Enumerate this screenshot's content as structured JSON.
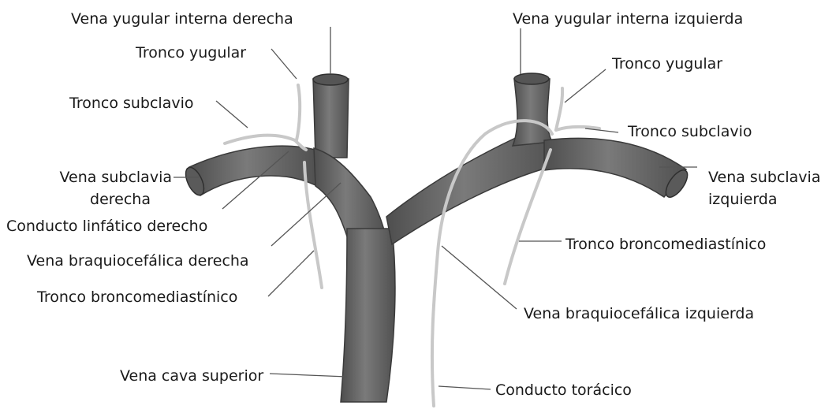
{
  "labels": {
    "right_ijv": "Vena yugular interna derecha",
    "left_ijv": "Vena yugular interna izquierda",
    "right_jugular_trunk": "Tronco yugular",
    "left_jugular_trunk": "Tronco yugular",
    "right_subclavian_trunk": "Tronco subclavio",
    "left_subclavian_trunk": "Tronco subclavio",
    "right_subclavian_vein_1": "Vena subclavia",
    "right_subclavian_vein_2": "derecha",
    "left_subclavian_vein_1": "Vena subclavia",
    "left_subclavian_vein_2": "izquierda",
    "right_lymphatic_duct": "Conducto linfático derecho",
    "right_brachiocephalic": "Vena braquiocefálica derecha",
    "right_bronchomediastinal": "Tronco broncomediastínico",
    "left_bronchomediastinal": "Tronco broncomediastínico",
    "left_brachiocephalic": "Vena braquiocefálica izquierda",
    "svc": "Vena cava superior",
    "thoracic_duct": "Conducto torácico"
  },
  "colors": {
    "vein_fill": "#6a6a6a",
    "vein_edge": "#3a3a3a",
    "lymph": "#c8c8c8",
    "leader": "#555555"
  }
}
